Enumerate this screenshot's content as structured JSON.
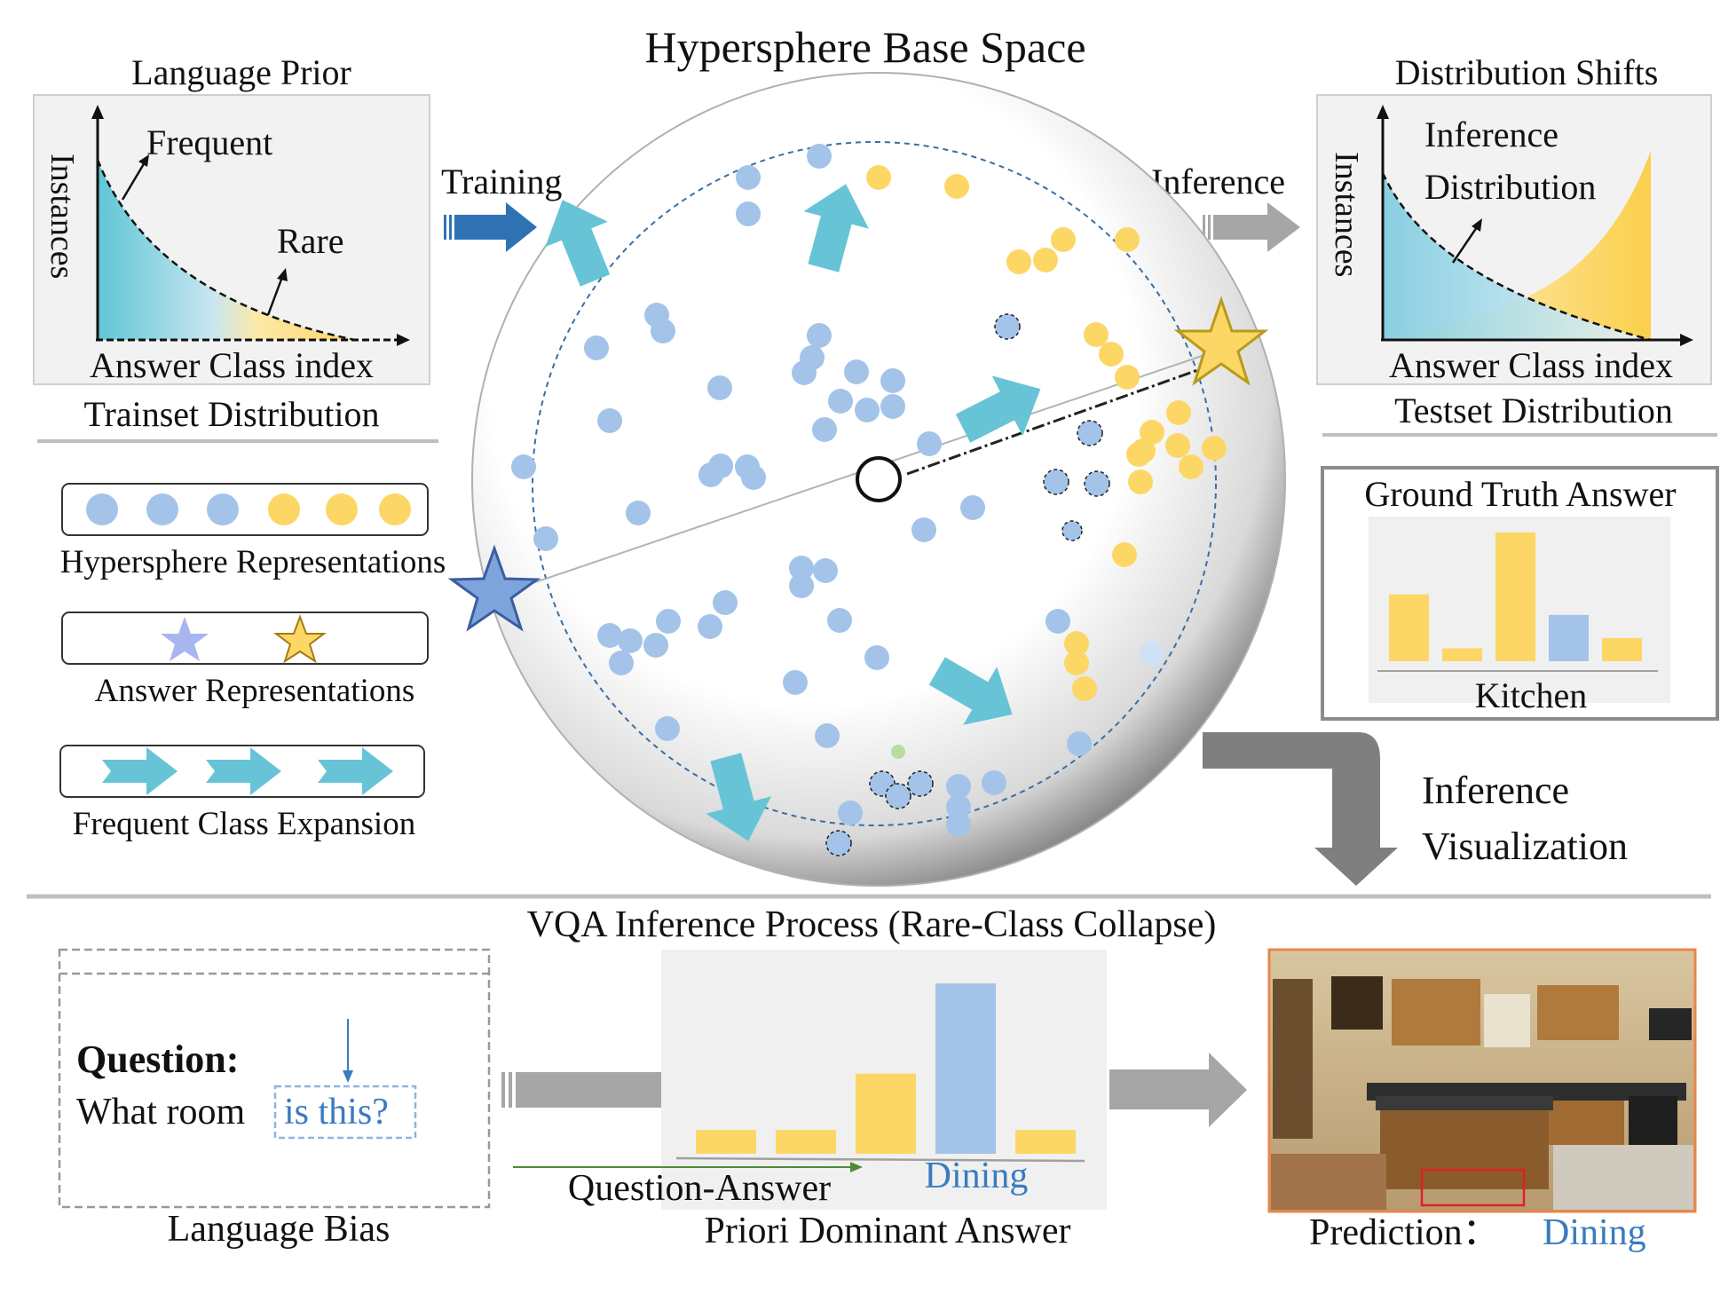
{
  "title": "Hypersphere Base Space",
  "language_prior": {
    "title": "Language Prior",
    "y_axis": "Instances",
    "x_axis": "Answer Class index",
    "frequent": "Frequent",
    "rare": "Rare",
    "caption": "Trainset Distribution"
  },
  "distribution_shifts": {
    "title": "Distribution Shifts",
    "y_axis": "Instances",
    "x_axis": "Answer Class index",
    "annotation_line1": "Inference",
    "annotation_line2": "Distribution",
    "caption": "Testset Distribution"
  },
  "training_label": "Training",
  "inference_label": "Inference",
  "legend": {
    "hypersphere": "Hypersphere Representations",
    "answer": "Answer Representations",
    "expansion": "Frequent Class Expansion"
  },
  "ground_truth": {
    "title": "Ground Truth Answer",
    "label": "Kitchen",
    "bars": [
      0.52,
      0.1,
      1.0,
      0.36,
      0.18
    ],
    "colors": [
      "#fcd766",
      "#fcd766",
      "#fcd766",
      "#a4c3e9",
      "#fcd766"
    ]
  },
  "inference_visualization": {
    "line1": "Inference",
    "line2": "Visualization"
  },
  "vqa": {
    "title": "VQA Inference Process (Rare-Class Collapse)",
    "question_label": "Question:",
    "question_prefix": "What room",
    "question_highlight": "is this?",
    "language_bias": "Language Bias",
    "qa_label": "Question-Answer",
    "dominant_answer": "Dining",
    "priori_caption": "Priori Dominant Answer",
    "bars": [
      0.14,
      0.14,
      0.47,
      1.0,
      0.14
    ],
    "colors": [
      "#fcd766",
      "#fcd766",
      "#fcd766",
      "#a4c3e9",
      "#fcd766"
    ],
    "prediction_label": "Prediction：",
    "prediction_value": "Dining"
  },
  "colors": {
    "blue_point": "#a4c3e9",
    "yellow_point": "#fcd766",
    "arrow_teal": "#67c4d6",
    "training_arrow": "#2f72b4",
    "gray_arrow": "#a6a6a6",
    "highlight_blue": "#3a7bbf"
  }
}
